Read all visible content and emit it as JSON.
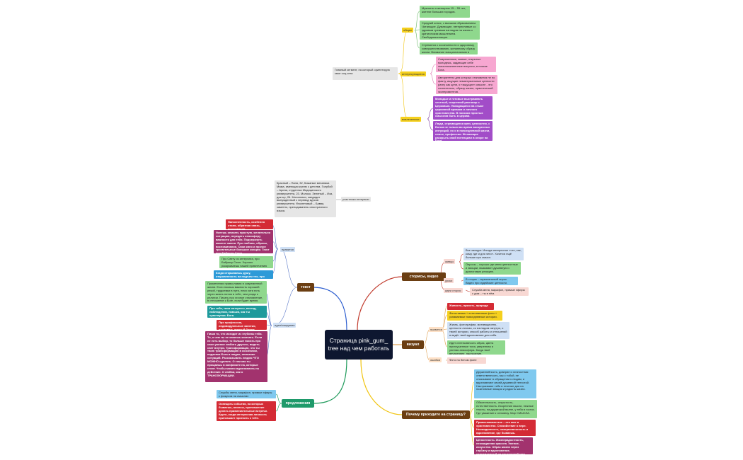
{
  "central": "Страница pink_gum_ tree над чем работать",
  "branches": {
    "stories": "сторисы, видео",
    "visual": "визуал",
    "why": "Почему приходите на страницу?",
    "text": "текст",
    "offers": "предложения"
  },
  "top": {
    "main_segment": "Главный сегмент, на который ориентирую свое соц.сети",
    "general": "общее",
    "interests": "интересующиеся",
    "invested": "вовлеченные",
    "g1": "Мужчины и женщины 15 – 55 лет, жители больших городов.",
    "g2": "Средний класс, с высшим образованием. Читающие. Думающие, нетерпеливые со здравым трезвым взглядом на жизнь с критическим мышлением. Свободомыслящие.",
    "g3": "Стремятся к осознанности и здоровому, совершенствованию, желанному образу жизни. Внимание эмоциональным и психологии.",
    "i1": "Современные, живые, открытые молодежь, задающие себе смысложизненные вопросы, в поиске Бога.",
    "i2": "Авторитетно для которых становится не по факту, ищущие нематериальные ценности рангу как цели, я «ищущих» смысле - это сознательно, образу жизни, практический экспериментов.",
    "v1": "Молодые и готовые выстраивать честный, искренний разговор с Церковью. Находящиеся на стыке церковной архаики и личного христианства. В поисках простых смыслов быть в церкви.",
    "v2": "Люди, стремящиеся жить ценностно, с Богом не только во время воскресных интуиций, но и в повседневной жизни, семье, профессии. Желающие раскрыть свой потенциал в опоре на Бога."
  },
  "participants": {
    "label": "участники интервью",
    "text": "Красный – Паня, 32, Кожаные механики. Мама, имеющая кухню с детства. Голубой – Арина, студентка Медицинского университета, 23. Молоко. Зеленый – Иза, доктор, 26. Могилевич, кандидат вынужденный с перевод курсов университета. Фиолетовый – Бавва, заметно, преподаватель иностранного языка."
  },
  "text_block": {
    "likes": "нравится",
    "wishes": "идеи/ожидания",
    "l1": "Наполненность, особенно стиля, обратная связь, проживания.",
    "l2": "Умеешь описать простую, желательно ситуацию, передать атмосферу важности для тебя. Подчеркнуть момент жизни. Про любовь, образы, воспоминания. Свои кино и прочие трогательные большие эмоции. Текст про Бабушку Соня.",
    "l3": "Про Свету из интерната, про Бабушку Сосю. Хорошо раскрываешь нашей привлечению Бога в людях.",
    "l4": "Когда открываешь душу, откровенность на подъем тех, про Прото Исповедь.",
    "w1": "Применения православия в современной жизни. Если носишь важность хорошей рекой, трудоемки в пути, неся хотя есть через жизнь потом в тебе, чем ухода к религии. Писать про личное становление, в отношение к Боге, если будет время.",
    "w2": "Про тебя, твои интересы, взгляд, наблюдения, навыки, как ты чувствуешь Бога.",
    "w3": "Про профессию, индивидуальные занятия, развивать личный бренд.",
    "w4": "Пиши то, что исходит из глубины тебя. То, о чем ты не можешь молчать. Если не есть выбор, то больше писать про свое умение любить другого, видеть свет внутри. Трансформация, что ты твою трансформацию в осознании, подкопка Бога в людях, описание ситуаций. Рассказывать людям ЧТО МОЖНО сделать. О том как ты прощаешь в конфликте на, которые стоят. Чтобы можно вдохновлять на действие. О любви, как о ТРАНСФОРМАЦИИ."
  },
  "offers_block": {
    "o1": "Службы меня, марафон, прямые эфиры с фокусом на смыслах",
    "o2": "Освещать события, на которых бываешь, анонсы, приглашение делать привлекательные встречи. Круто, когда интересная личность приглашает приехать к тебе."
  },
  "stories_block": {
    "likes": "живцы",
    "lessons": "уроки",
    "ideas": "идеи сторис",
    "s1": "Все заходит. Иногда интересное «что, как, кому, где и для чего». Хочется ещё больше про смысл.",
    "s2": "Опросы – хорошо где меня ценностные и эмоции, вызывают душевную и диалоговую реакцию.",
    "s3": "В сторис – музыкальный опрос. Видео про иудейские ценности.",
    "s4": "Служба меня, марафон, прямые эфиры с дом – ты в нём."
  },
  "visual_block": {
    "likes": "нравится",
    "errors": "ошибки",
    "v1": "Живость, яркость, природа",
    "v2": "Фотосъемка + естественные фото + узнаваемые повседневные истории.",
    "v3": "Жизнь, фотографии, мотивационно-ценности личная, со взглядом изнутри, о твоей истории, способ работы и отношений и ведёт твоё вдохновение для себя.",
    "v4": "Идет интенсивность образ, цвета приглушенные тона, уверенная и уютная атмосфера. Когда твоё внутреннее, настроение.",
    "v5": "Фото на белом фоне"
  },
  "why_block": {
    "y1": "Дружелюбность, доверие и личностная ответственность, мы с тобой, не отказывают в обращении к людям, и вдохновляют своей душевной теплотой. Настраивают тебя в течение дня на позитивные эмоции и радость жизни.",
    "y2": "Обаятельность, открытость, естественность. Искренние мысли, нежные тексты, на дружеской волне, у тебя в гостях. Где уважение к человеку. Мир СМЫСЛА.",
    "y3": "Православная вне – это мое и христианство. Спокойствие о вере. Неожиданность, эмоциональность и вдохновение, где бываешь.",
    "y4": "Целостность. Жизнерадостность, неожиданная красота. Умение, искусство. Образ жизни через глубину и вдохновение, направленный на внутренний мир."
  }
}
